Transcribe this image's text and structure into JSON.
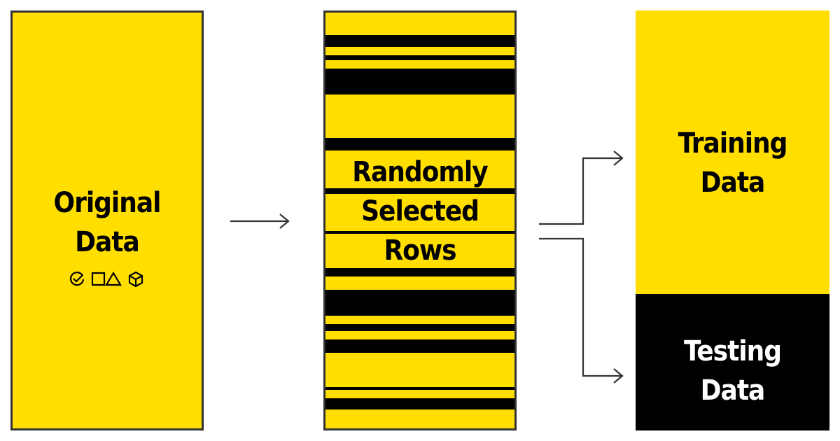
{
  "original": {
    "line1": "Original",
    "line2": "Data",
    "icons": [
      "check-circle-icon",
      "square-icon",
      "triangle-icon",
      "cube-icon"
    ]
  },
  "random": {
    "line1": "Randomly",
    "line2": "Selected",
    "line3": "Rows"
  },
  "training": {
    "line1": "Training",
    "line2": "Data"
  },
  "testing": {
    "line1": "Testing",
    "line2": "Data"
  },
  "colors": {
    "yellow": "#FFDE00",
    "black": "#000000",
    "border": "#333333"
  }
}
